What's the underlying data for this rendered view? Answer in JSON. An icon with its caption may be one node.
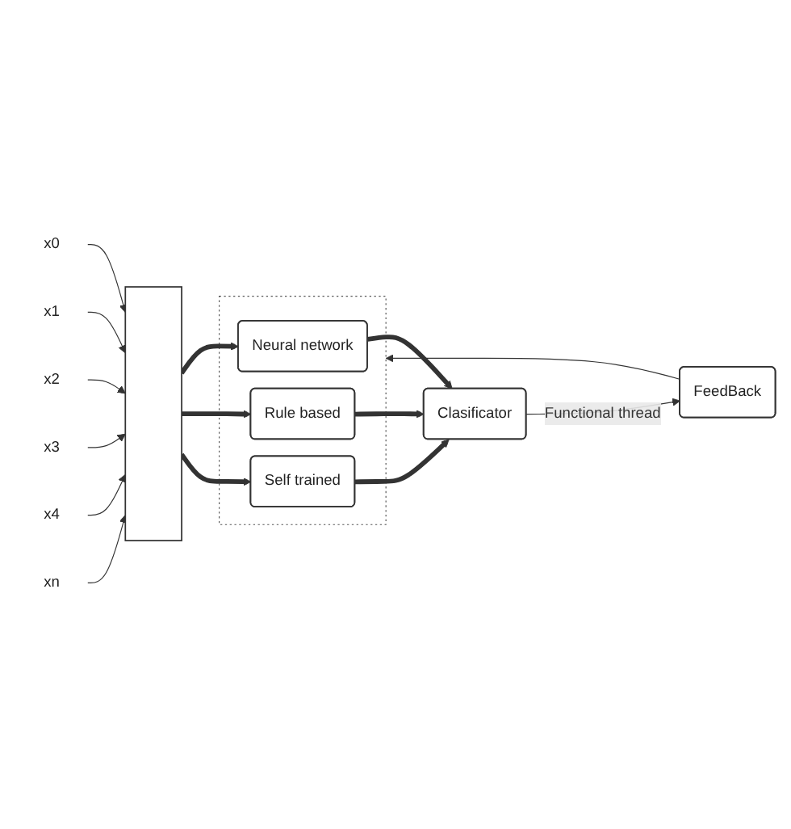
{
  "diagram": {
    "nodes": [
      {
        "text": [
          "x0"
        ]
      },
      {
        "text": [
          "x1"
        ]
      },
      {
        "text": [
          "x2"
        ]
      },
      {
        "text": [
          "x3"
        ]
      },
      {
        "text": [
          "x4"
        ]
      },
      {
        "text": [
          "xn"
        ]
      },
      {
        "text": [],
        "shape": "bar"
      },
      {
        "text": [],
        "shape": "box"
      },
      {
        "text": [
          "Neural network"
        ],
        "in": 7
      },
      {
        "text": [
          "Rule based"
        ],
        "in": 7
      },
      {
        "text": [
          "Self trained"
        ],
        "in": 7
      },
      {
        "text": [
          "Clasificator"
        ]
      },
      {
        "text": [
          "FeedBack"
        ]
      }
    ],
    "edges": [
      {
        "from": 0,
        "to": 6,
        "arrow": "to"
      },
      {
        "from": 1,
        "to": 6,
        "arrow": "to"
      },
      {
        "from": 2,
        "to": 6,
        "arrow": "to"
      },
      {
        "from": 3,
        "to": 6,
        "arrow": "to"
      },
      {
        "from": 4,
        "to": 6,
        "arrow": "to"
      },
      {
        "from": 5,
        "to": 6,
        "arrow": "to"
      },
      {
        "from": 6,
        "to": 8,
        "arrow": "to",
        "style": "thick"
      },
      {
        "from": 6,
        "to": 9,
        "arrow": "to",
        "style": "thick"
      },
      {
        "from": 6,
        "to": 10,
        "arrow": "to",
        "style": "thick"
      },
      {
        "from": 8,
        "to": 11,
        "arrow": "to",
        "style": "thick"
      },
      {
        "from": 9,
        "to": 11,
        "arrow": "to",
        "style": "thick"
      },
      {
        "from": 10,
        "to": 11,
        "arrow": "to",
        "style": "thick"
      },
      {
        "from": 11,
        "to": 12,
        "arrow": "to",
        "label": "Functional thread"
      },
      {
        "from": 12,
        "to": 7,
        "arrow": "to"
      }
    ]
  }
}
